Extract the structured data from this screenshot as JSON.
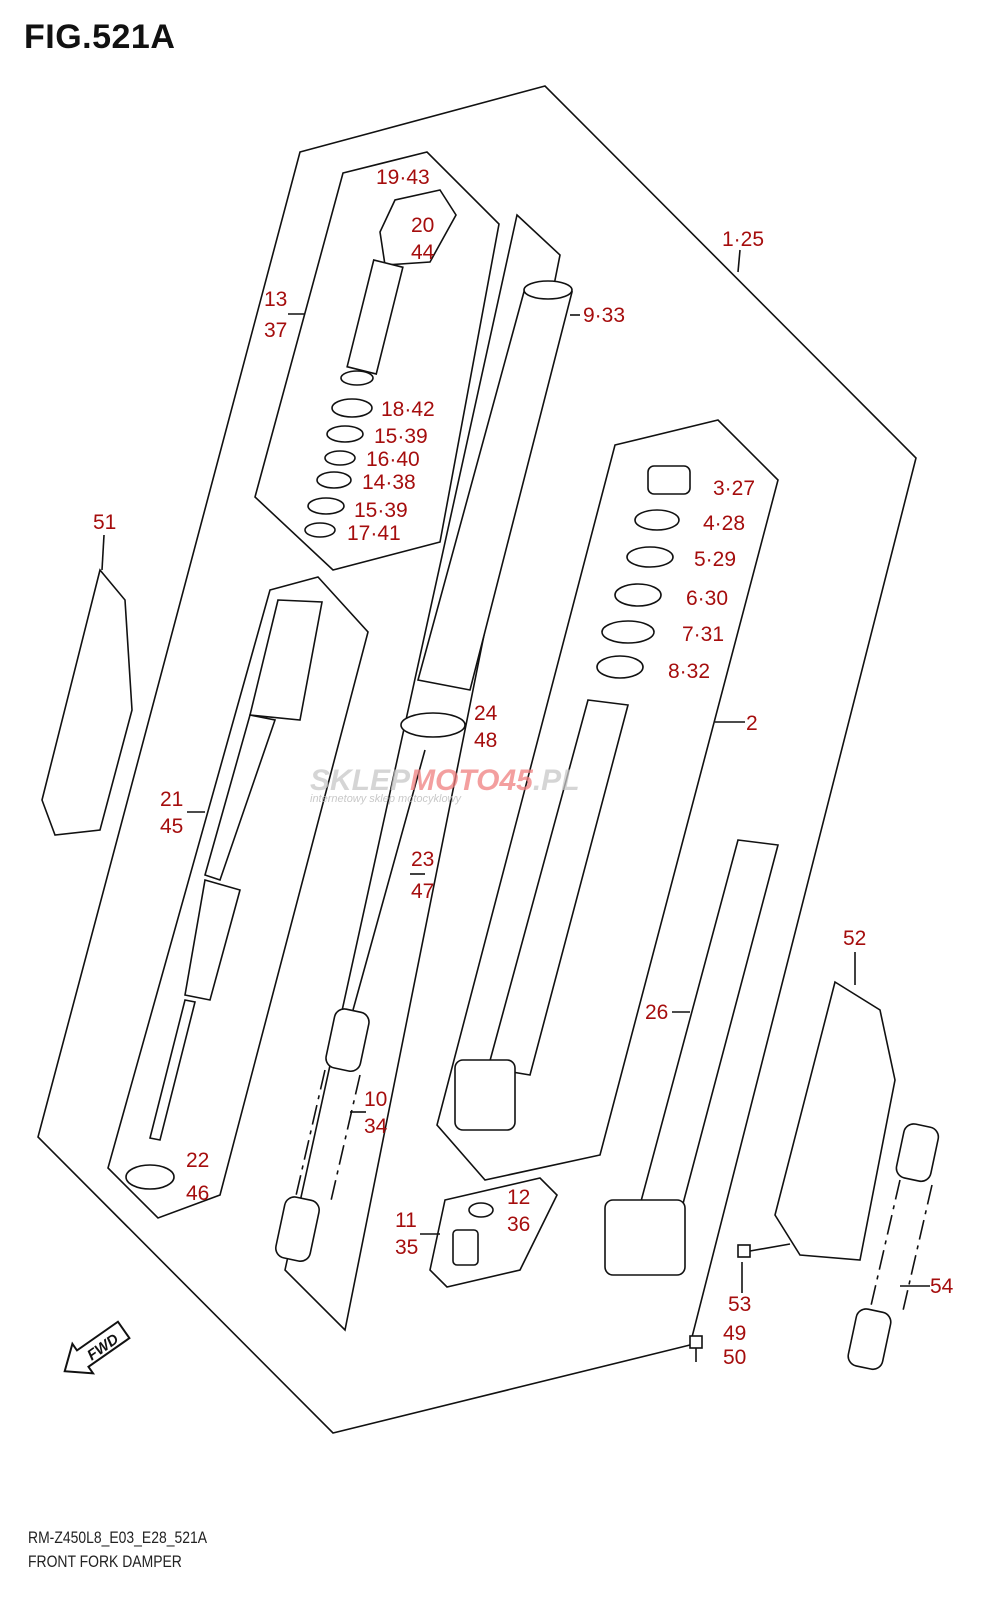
{
  "figure": {
    "title": "FIG.521A",
    "code": "RM-Z450L8_E03_E28_521A",
    "caption": "FRONT FORK DAMPER"
  },
  "watermark": {
    "brand_gray": "SKLEP",
    "brand_red": "MOTO45",
    "brand_tld": ".PL",
    "tagline": "internetowy sklep motocyklowy"
  },
  "callouts": [
    "19·43",
    "20",
    "44",
    "1·25",
    "13",
    "37",
    "9·33",
    "18·42",
    "15·39",
    "16·40",
    "14·38",
    "15·39",
    "17·41",
    "3·27",
    "4·28",
    "5·29",
    "6·30",
    "7·31",
    "8·32",
    "2",
    "51",
    "24",
    "48",
    "21",
    "45",
    "23",
    "47",
    "52",
    "26",
    "10",
    "34",
    "22",
    "46",
    "12",
    "36",
    "11",
    "35",
    "54",
    "53",
    "49",
    "50"
  ],
  "fwd_label": "FWD",
  "colors": {
    "callout": "#a50d0d",
    "lines": "#111111"
  }
}
